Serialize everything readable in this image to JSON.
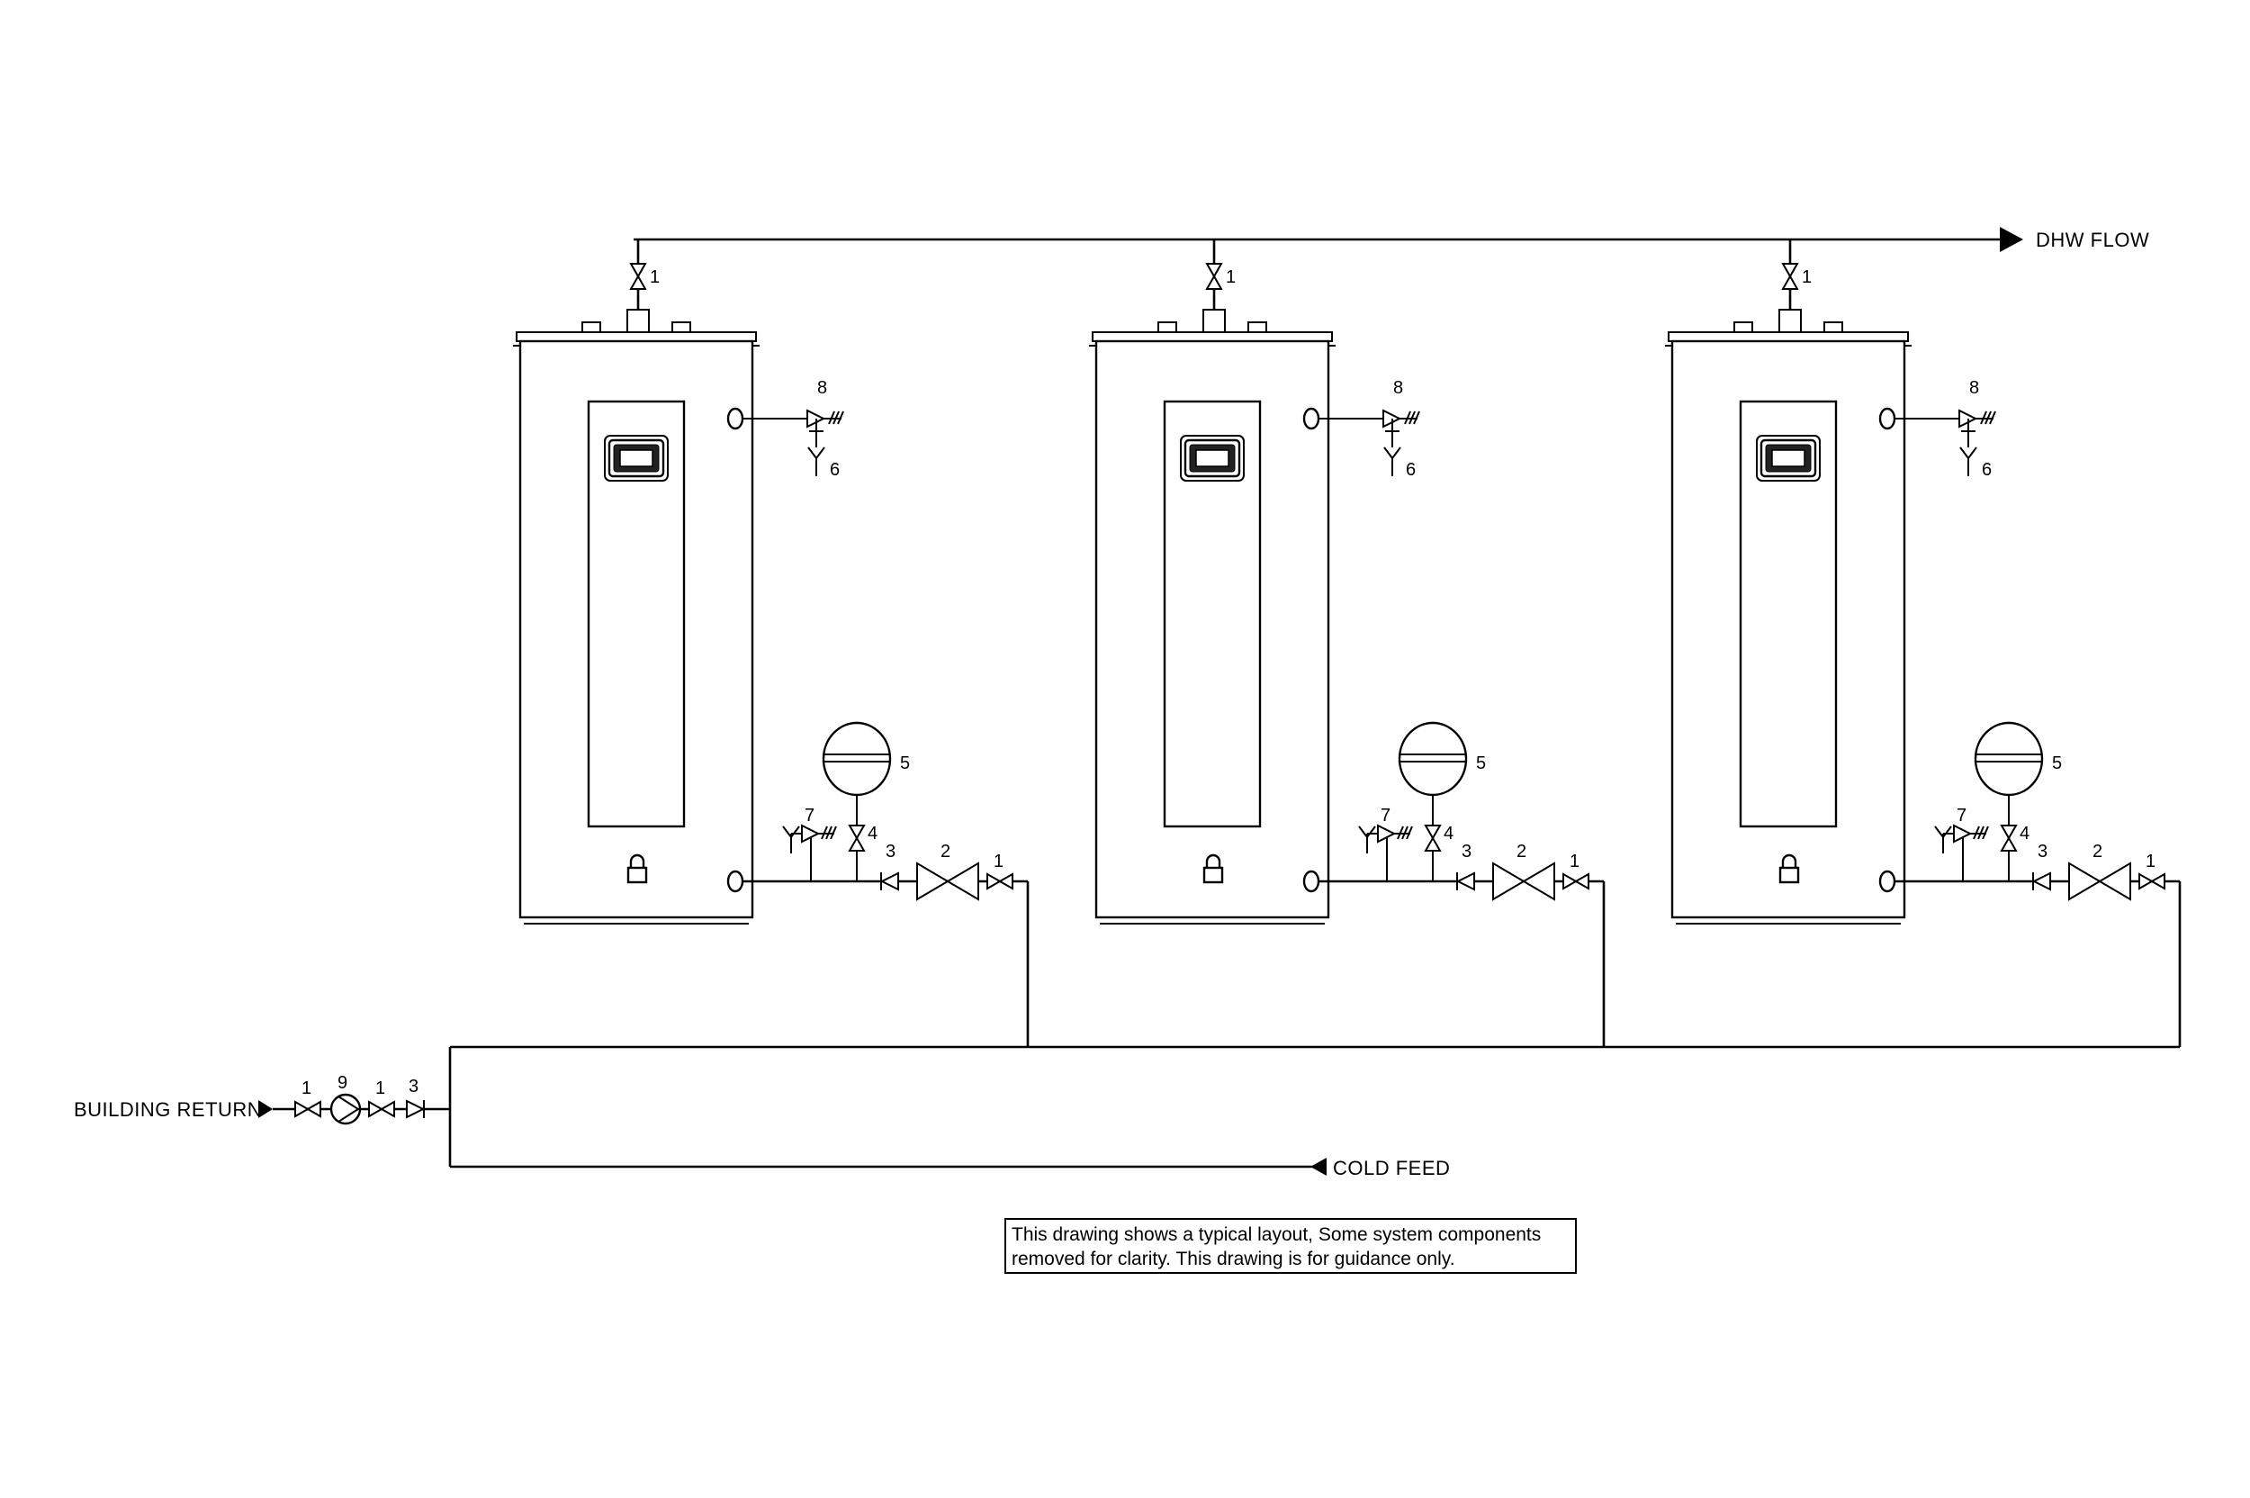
{
  "labels": {
    "dhw_flow": "DHW FLOW",
    "building_return": "BUILDING RETURN",
    "cold_feed": "COLD FEED"
  },
  "note": {
    "line1": "This drawing shows a typical layout, Some system components",
    "line2": "removed for clarity. This drawing is for guidance only."
  },
  "component_numbers": {
    "isolating_valve": "1",
    "pressure_reducing_valve": "2",
    "check_valve": "3",
    "valve_4": "4",
    "expansion_vessel": "5",
    "tundish": "6",
    "expansion_relief_valve": "7",
    "temp_pressure_relief_valve": "8",
    "pump": "9"
  }
}
